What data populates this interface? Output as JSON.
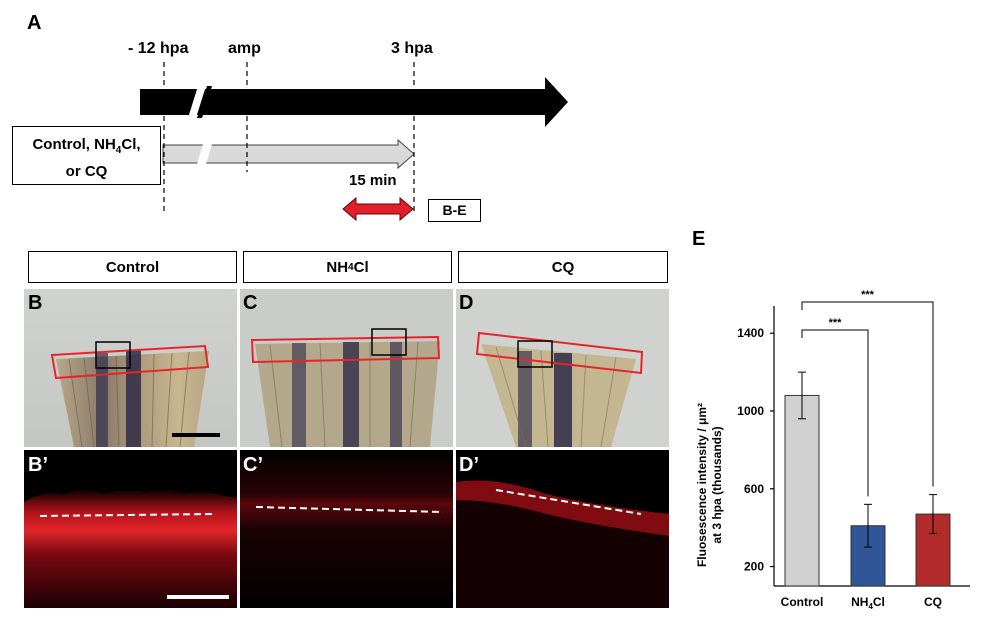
{
  "panel_a": {
    "letter": "A",
    "t_minus12": "- 12 hpa",
    "t_amp": "amp",
    "t_3hpa": "3 hpa",
    "treatment_line1": "Control, NH",
    "treatment_sub": "4",
    "treatment_line1b": "Cl,",
    "treatment_line2": "or CQ",
    "window_label": "15 min",
    "target_label": "B-E"
  },
  "conditions": {
    "control": "Control",
    "nh4cl_main": "NH",
    "nh4cl_sub": "4",
    "nh4cl_tail": "Cl",
    "cq": "CQ"
  },
  "panels": {
    "b": "B",
    "c": "C",
    "d": "D",
    "b_prime": "B’",
    "c_prime": "C’",
    "d_prime": "D’"
  },
  "panel_e": {
    "letter": "E"
  },
  "colors": {
    "control_bar": "#d0d0d0",
    "nh4cl_bar": "#2f5597",
    "cq_bar": "#b22b2b",
    "arrow_red": "#e0202a",
    "roi_red": "#e8242a"
  },
  "chart_data": {
    "type": "bar",
    "categories": [
      "Control",
      "NH4Cl",
      "CQ"
    ],
    "category_labels": [
      {
        "main": "Control",
        "sub": "",
        "tail": ""
      },
      {
        "main": "NH",
        "sub": "4",
        "tail": "Cl"
      },
      {
        "main": "CQ",
        "sub": "",
        "tail": ""
      }
    ],
    "values": [
      1080,
      410,
      470
    ],
    "errors": [
      120,
      110,
      100
    ],
    "ylabel_line1": "Fluosescence intensity / μm²",
    "ylabel_line2": "at 3 hpa (thousands)",
    "yticks": [
      200,
      600,
      1000,
      1400
    ],
    "ylim": [
      100,
      1540
    ],
    "significance": [
      {
        "from": 0,
        "to": 1,
        "label": "***"
      },
      {
        "from": 0,
        "to": 2,
        "label": "***"
      }
    ]
  }
}
